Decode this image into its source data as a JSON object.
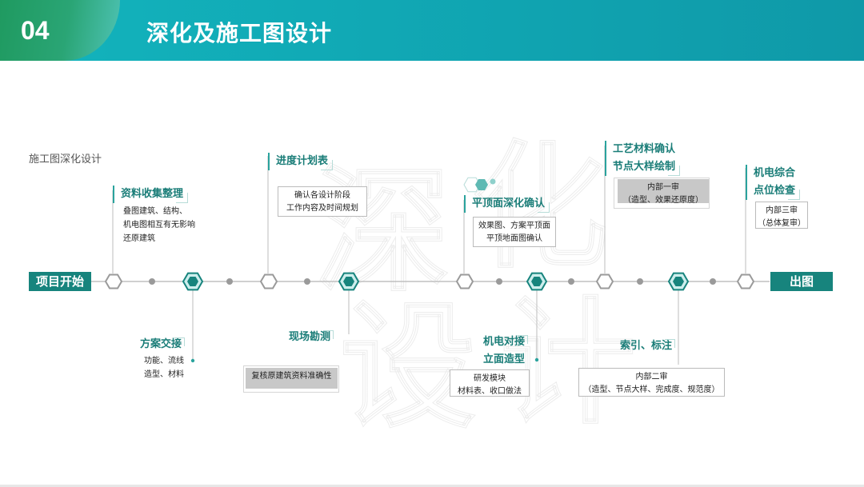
{
  "header": {
    "number": "04",
    "title": "深化及施工图设计"
  },
  "watermark": [
    "深",
    "化",
    "设",
    "计"
  ],
  "subtitle": "施工图深化设计",
  "axis": {
    "start": "项目开始",
    "end": "出图"
  },
  "steps_top": [
    {
      "title": "资料收集整理",
      "lines": [
        "叠图建筑、结构、",
        "机电图相互有无影响",
        "还原建筑"
      ]
    },
    {
      "title": "进度计划表",
      "lines": [
        "确认各设计阶段",
        "工作内容及时间规划"
      ]
    },
    {
      "title": "平顶面深化确认",
      "lines": [
        "效果图、方案平顶面",
        "平顶地面图确认"
      ]
    },
    {
      "title": [
        "工艺材料确认",
        "节点大样绘制"
      ],
      "lines": [
        "内部一审",
        "（造型、效果还原度）"
      ]
    },
    {
      "title": [
        "机电综合",
        "点位检查"
      ],
      "lines": [
        "内部三审",
        "（总体复审）"
      ]
    }
  ],
  "steps_bottom": [
    {
      "title": "方案交接",
      "lines": [
        "功能、流线",
        "造型、材料"
      ]
    },
    {
      "title": "现场勘测",
      "lines": [
        "复核原建筑资料准确性"
      ]
    },
    {
      "title": [
        "机电对接",
        "立面造型"
      ],
      "lines": [
        "研发模块",
        "材料表、收口做法"
      ]
    },
    {
      "title": "索引、标注",
      "lines": [
        "内部二审",
        "（造型、节点大样、完成度、规范度）"
      ]
    }
  ],
  "colors": {
    "teal_dark": "#17847d",
    "teal": "#2aa39d",
    "grey_node": "#9a9a9a"
  }
}
